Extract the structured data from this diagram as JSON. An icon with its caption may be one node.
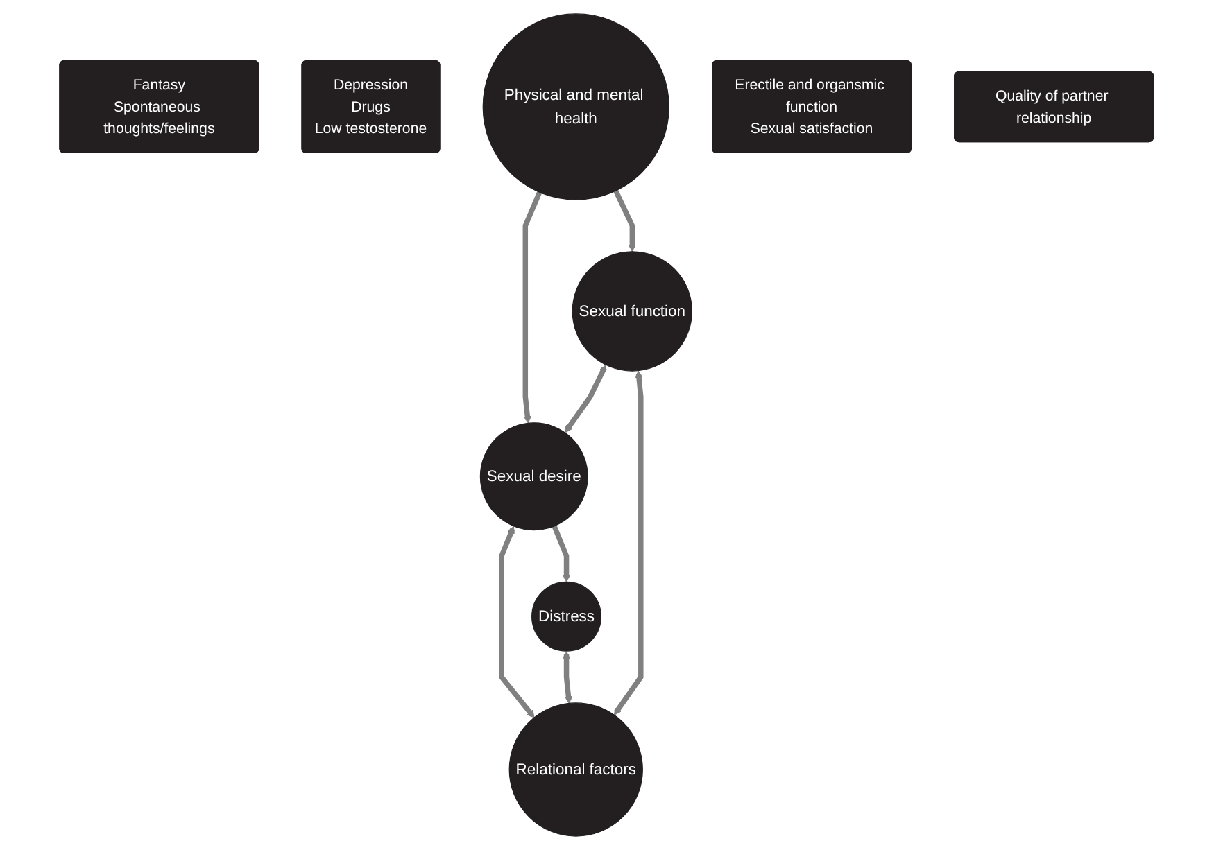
{
  "diagram": {
    "nodes": [
      {
        "text": [
          "Sexual desire"
        ]
      },
      {
        "text": [
          "Fantasy",
          "Spontaneous thoughts/feelings"
        ]
      },
      {
        "text": [
          "Depression",
          "Drugs",
          "Low testosterone"
        ]
      },
      {
        "text": [
          "Physical and mental health"
        ]
      },
      {
        "text": [
          "Distress"
        ]
      },
      {
        "text": [
          "Sexual function"
        ]
      },
      {
        "text": [
          "Relational factors"
        ]
      },
      {
        "text": [
          "Erectile and organsmic function",
          "Sexual satisfaction"
        ]
      },
      {
        "text": [
          "Quality of partner relationship"
        ]
      }
    ],
    "edges": [
      {
        "from": 3,
        "to": 0,
        "arrow": "to"
      },
      {
        "from": 0,
        "to": 4,
        "arrow": "to"
      },
      {
        "from": 3,
        "to": 5,
        "arrow": "to"
      },
      {
        "from": 5,
        "to": 0,
        "arrow": "both"
      },
      {
        "from": 0,
        "to": 6,
        "arrow": "both"
      },
      {
        "from": 4,
        "to": 6,
        "arrow": "both"
      },
      {
        "from": 5,
        "to": 6,
        "arrow": "both"
      }
    ]
  }
}
